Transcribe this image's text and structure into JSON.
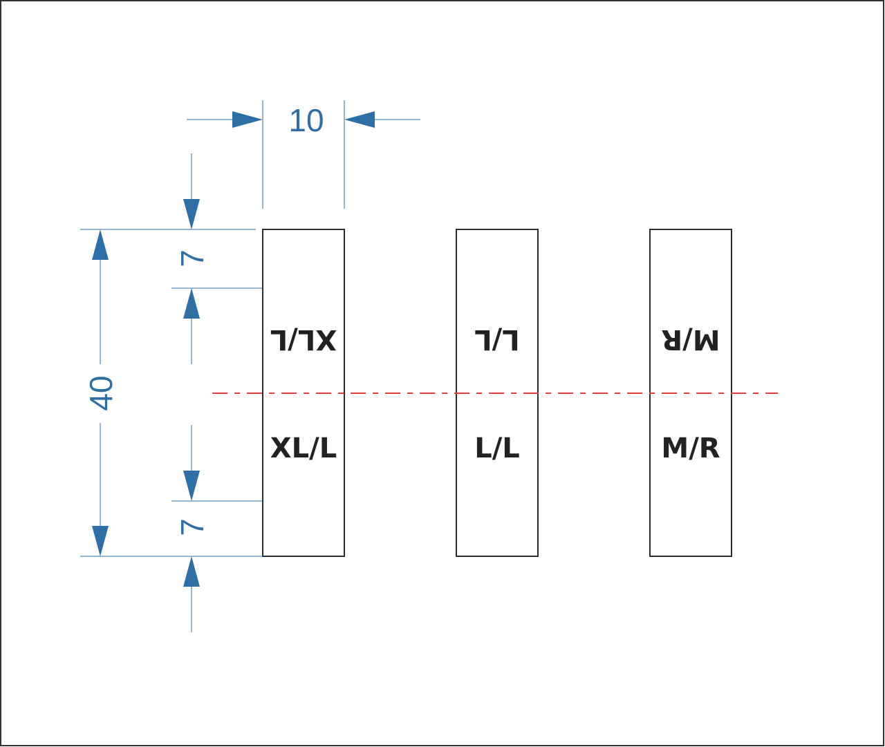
{
  "dimensions": {
    "width": "10",
    "height": "40",
    "top_margin": "7",
    "bottom_margin": "7"
  },
  "labels": [
    {
      "top_text": "XL/L",
      "bottom_text": "XL/L"
    },
    {
      "top_text": "L/L",
      "bottom_text": "L/L"
    },
    {
      "top_text": "M/R",
      "bottom_text": "M/R"
    }
  ],
  "colors": {
    "dimension": "#2e6fa6",
    "fold_line": "#e03a3a",
    "outline": "#2b2b2b"
  }
}
